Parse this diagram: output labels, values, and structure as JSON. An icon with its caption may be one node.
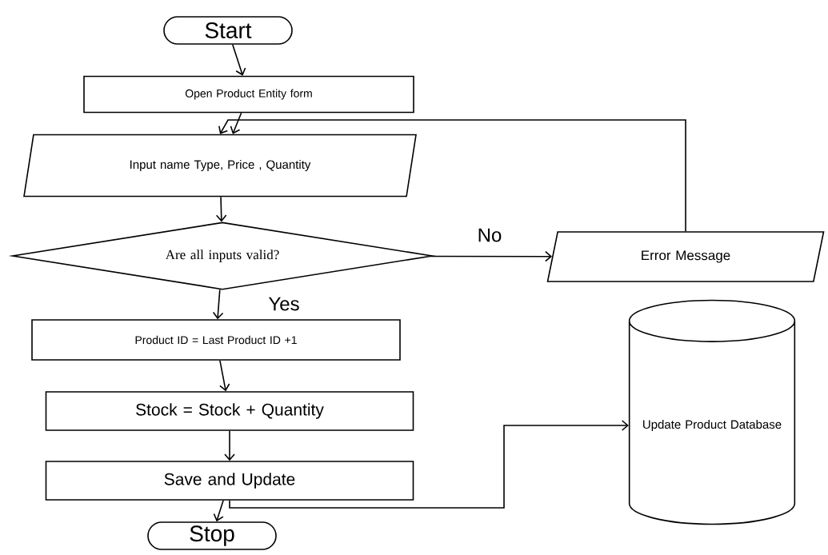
{
  "diagram": {
    "nodes": [
      {
        "text": [
          "Start"
        ]
      },
      {
        "text": [
          "Open Product Entity form"
        ]
      },
      {
        "text": [
          "Input name Type, Price , Quantity"
        ]
      },
      {
        "text": [
          "Are all inputs valid?"
        ]
      },
      {
        "text": [
          "Error Message"
        ]
      },
      {
        "text": [
          "Product ID = Last Product ID +1"
        ]
      },
      {
        "text": [
          "Stock = Stock + Quantity"
        ]
      },
      {
        "text": [
          "Save and Update"
        ]
      },
      {
        "text": [
          "Update Product Database"
        ]
      },
      {
        "text": [
          "Stop"
        ]
      }
    ],
    "edges": [
      {
        "from": 0,
        "to": 1,
        "arrow": "to"
      },
      {
        "from": 1,
        "to": 2,
        "arrow": "to"
      },
      {
        "from": 2,
        "to": 3,
        "arrow": "to"
      },
      {
        "from": 3,
        "to": 4,
        "arrow": "to",
        "label": "No"
      },
      {
        "from": 4,
        "to": 2,
        "arrow": "to"
      },
      {
        "from": 3,
        "to": 5,
        "arrow": "to",
        "label": "Yes"
      },
      {
        "from": 5,
        "to": 6,
        "arrow": "to"
      },
      {
        "from": 6,
        "to": 7,
        "arrow": "to"
      },
      {
        "from": 7,
        "to": 8,
        "arrow": "to"
      },
      {
        "from": 7,
        "to": 9,
        "arrow": "to"
      }
    ]
  }
}
